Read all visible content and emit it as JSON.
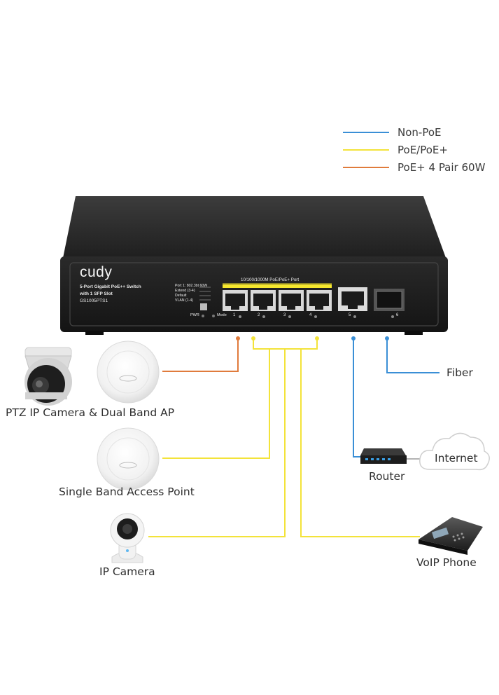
{
  "legend": {
    "items": [
      {
        "label": "Non-PoE",
        "color": "#3a8fd6"
      },
      {
        "label": "PoE/PoE+",
        "color": "#f3e33a"
      },
      {
        "label": "PoE+ 4 Pair 60W",
        "color": "#e07b3c"
      }
    ]
  },
  "switch": {
    "brand": "cudy",
    "model_line1": "5-Port Gigabit PoE++ Switch",
    "model_line2": "with 1 SFP Slot",
    "model_code": "GS1005PTS1",
    "mode_options": [
      "Port 1: 802.3bt 60W",
      "Extend (3-4)",
      "Default",
      "VLAN (1-4)"
    ],
    "pwr_label": "PWR",
    "mode_label": "Mode",
    "port_group_label": "10/100/1000M PoE/PoE+ Port",
    "port_numbers": [
      "1",
      "2",
      "3",
      "4",
      "5",
      "6"
    ],
    "accent_color": "#f5e72e"
  },
  "devices": {
    "ptz": "PTZ IP Camera & Dual Band AP",
    "single_ap": "Single Band Access Point",
    "ip_camera": "IP Camera",
    "fiber": "Fiber",
    "router": "Router",
    "internet": "Internet",
    "voip": "VoIP Phone"
  },
  "colors": {
    "non_poe": "#3a8fd6",
    "poe": "#f3e33a",
    "poe_60w": "#e07b3c"
  }
}
